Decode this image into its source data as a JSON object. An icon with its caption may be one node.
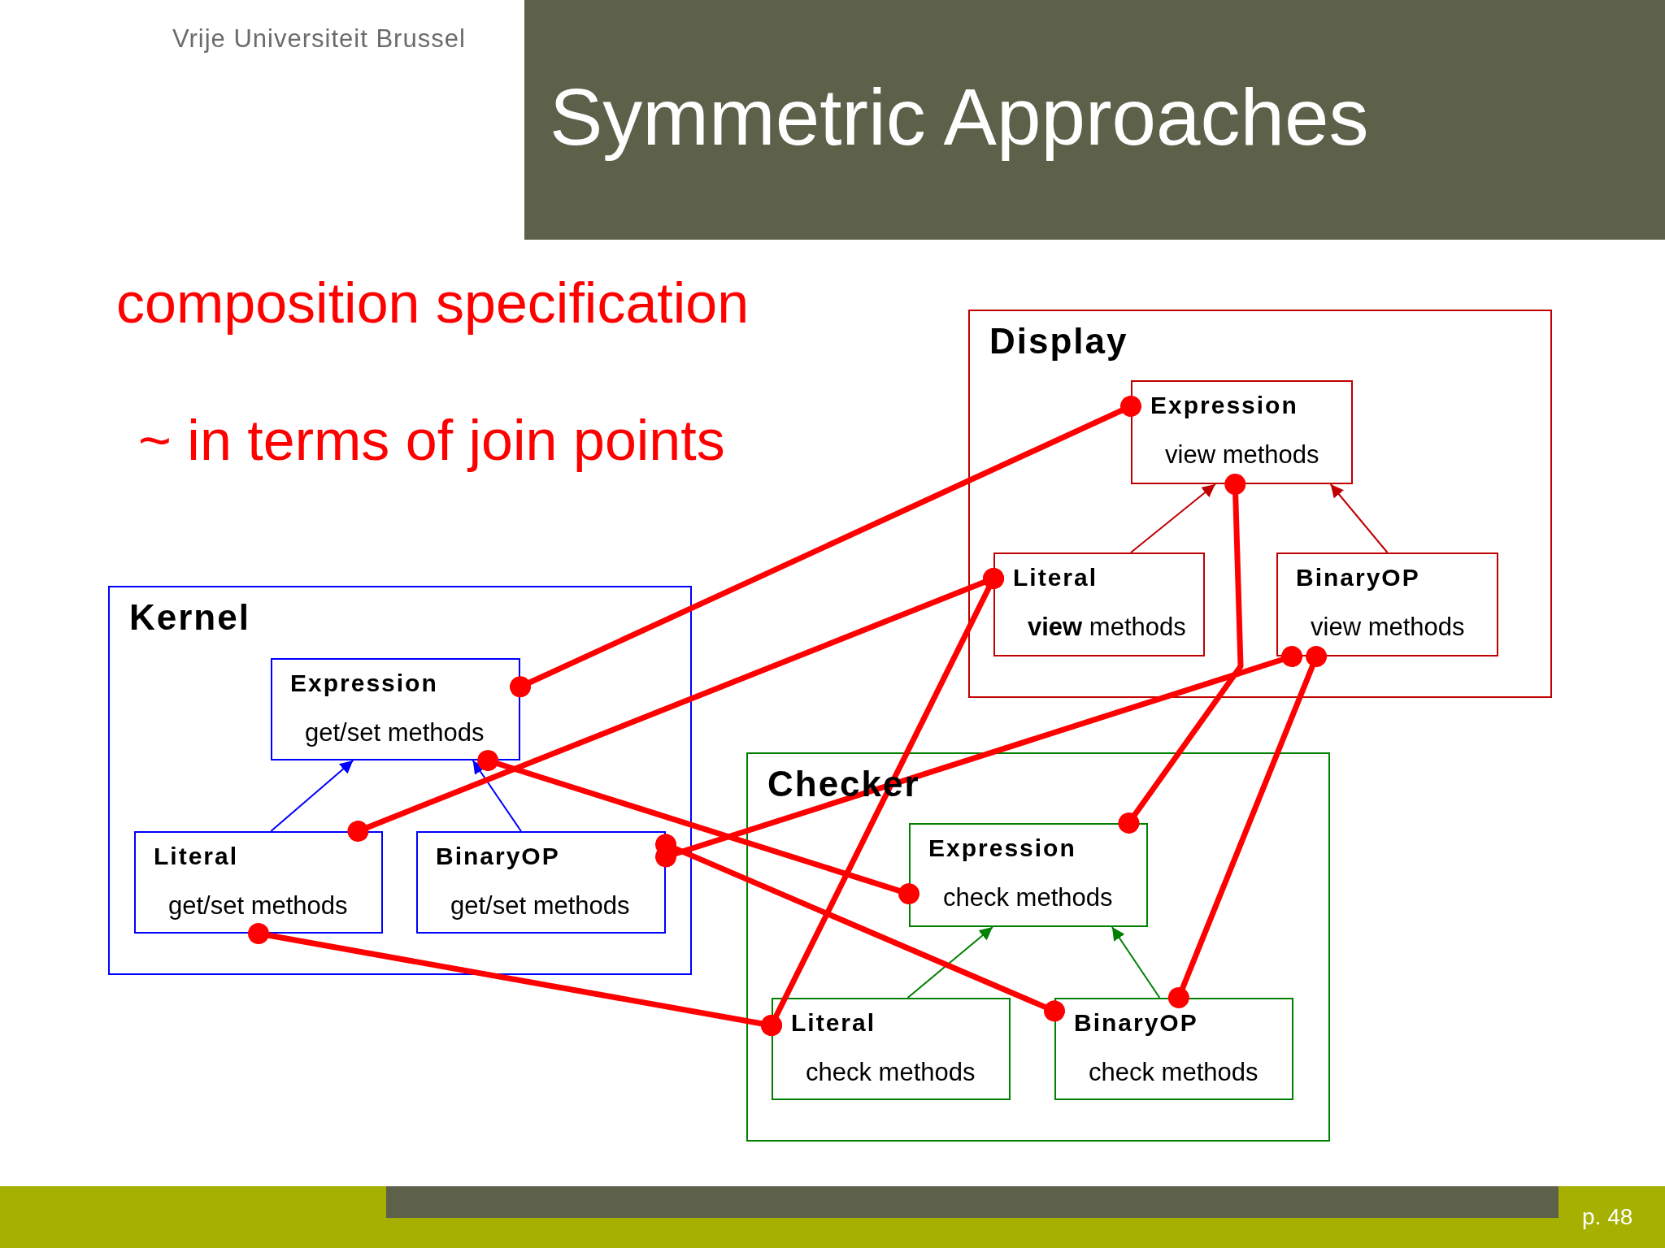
{
  "diagram": {
    "title": "Symmetric Approaches",
    "nodes": [
      {
        "text": [
          "Display"
        ]
      },
      {
        "text": [
          "Expression",
          "view methods"
        ],
        "in": 0
      },
      {
        "text": [
          "Literal",
          "**view** methods"
        ],
        "in": 0
      },
      {
        "text": [
          "BinaryOP",
          "view methods"
        ],
        "in": 0
      },
      {
        "text": [
          "Kernel"
        ]
      },
      {
        "text": [
          "Expression",
          "get/set methods"
        ],
        "in": 4
      },
      {
        "text": [
          "Literal",
          "get/set methods"
        ],
        "in": 4
      },
      {
        "text": [
          "BinaryOP",
          "get/set methods"
        ],
        "in": 4
      },
      {
        "text": [
          "Checker"
        ]
      },
      {
        "text": [
          "Expression",
          "check methods"
        ],
        "in": 8
      },
      {
        "text": [
          "Literal",
          "check methods"
        ],
        "in": 8
      },
      {
        "text": [
          "BinaryOP",
          "check methods"
        ],
        "in": 8
      }
    ],
    "edges": [
      {
        "from": 2,
        "to": 1,
        "arrow": "to",
        "color": "#c00000"
      },
      {
        "from": 3,
        "to": 1,
        "arrow": "to",
        "color": "#c00000"
      },
      {
        "from": 6,
        "to": 5,
        "arrow": "to",
        "color": "#0000ff"
      },
      {
        "from": 7,
        "to": 5,
        "arrow": "to",
        "color": "#0000ff"
      },
      {
        "from": 10,
        "to": 9,
        "arrow": "to",
        "color": "#008000"
      },
      {
        "from": 11,
        "to": 9,
        "arrow": "to",
        "color": "#008000"
      },
      {
        "from": 5,
        "to": 1,
        "arrow": "other"
      },
      {
        "from": 5,
        "to": 9,
        "arrow": "other"
      },
      {
        "from": 6,
        "to": 2,
        "arrow": "other"
      },
      {
        "from": 6,
        "to": 10,
        "arrow": "other"
      },
      {
        "from": 7,
        "to": 3,
        "arrow": "other"
      },
      {
        "from": 7,
        "to": 11,
        "arrow": "other"
      },
      {
        "from": 1,
        "to": 9,
        "arrow": "other"
      },
      {
        "from": 2,
        "to": 10,
        "arrow": "other"
      },
      {
        "from": 3,
        "to": 11,
        "arrow": "other"
      }
    ],
    "labels": [
      "Vrije Universiteit Brussel",
      "composition specification",
      "~ in terms of join points",
      "p. 48"
    ]
  }
}
